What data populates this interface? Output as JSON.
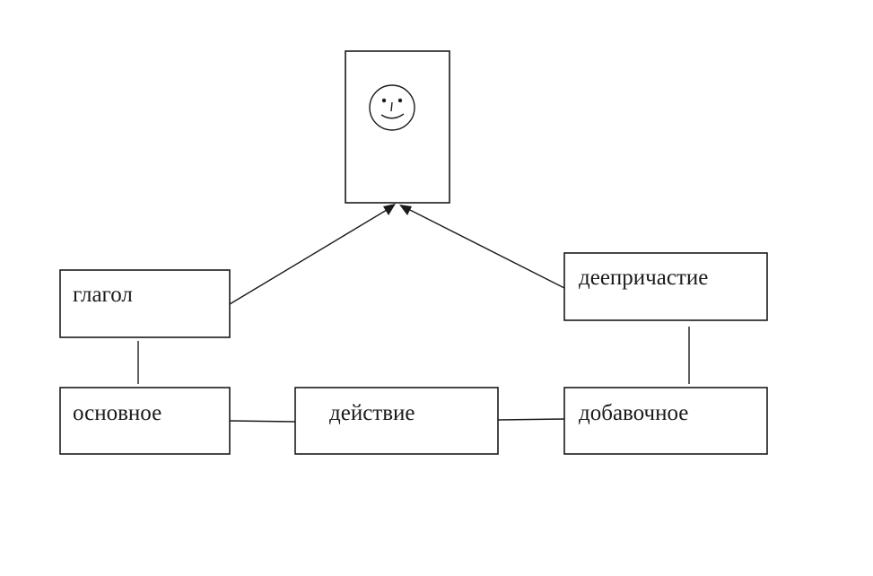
{
  "diagram": {
    "nodes": {
      "subject": {
        "label": ""
      },
      "verb": {
        "label": "глагол"
      },
      "gerund": {
        "label": "деепричастие"
      },
      "main": {
        "label": "основное"
      },
      "action": {
        "label": "действие"
      },
      "additional": {
        "label": "добавочное"
      }
    },
    "edges": [
      {
        "from": "verb",
        "to": "subject",
        "type": "arrow"
      },
      {
        "from": "gerund",
        "to": "subject",
        "type": "arrow"
      },
      {
        "from": "verb",
        "to": "main",
        "type": "line"
      },
      {
        "from": "gerund",
        "to": "additional",
        "type": "line"
      },
      {
        "from": "main",
        "to": "action",
        "type": "line"
      },
      {
        "from": "action",
        "to": "additional",
        "type": "line"
      }
    ],
    "icons": {
      "subject_icon": "smiley-face-icon"
    },
    "colors": {
      "ink": "#1a1a1a",
      "background": "#ffffff"
    }
  }
}
